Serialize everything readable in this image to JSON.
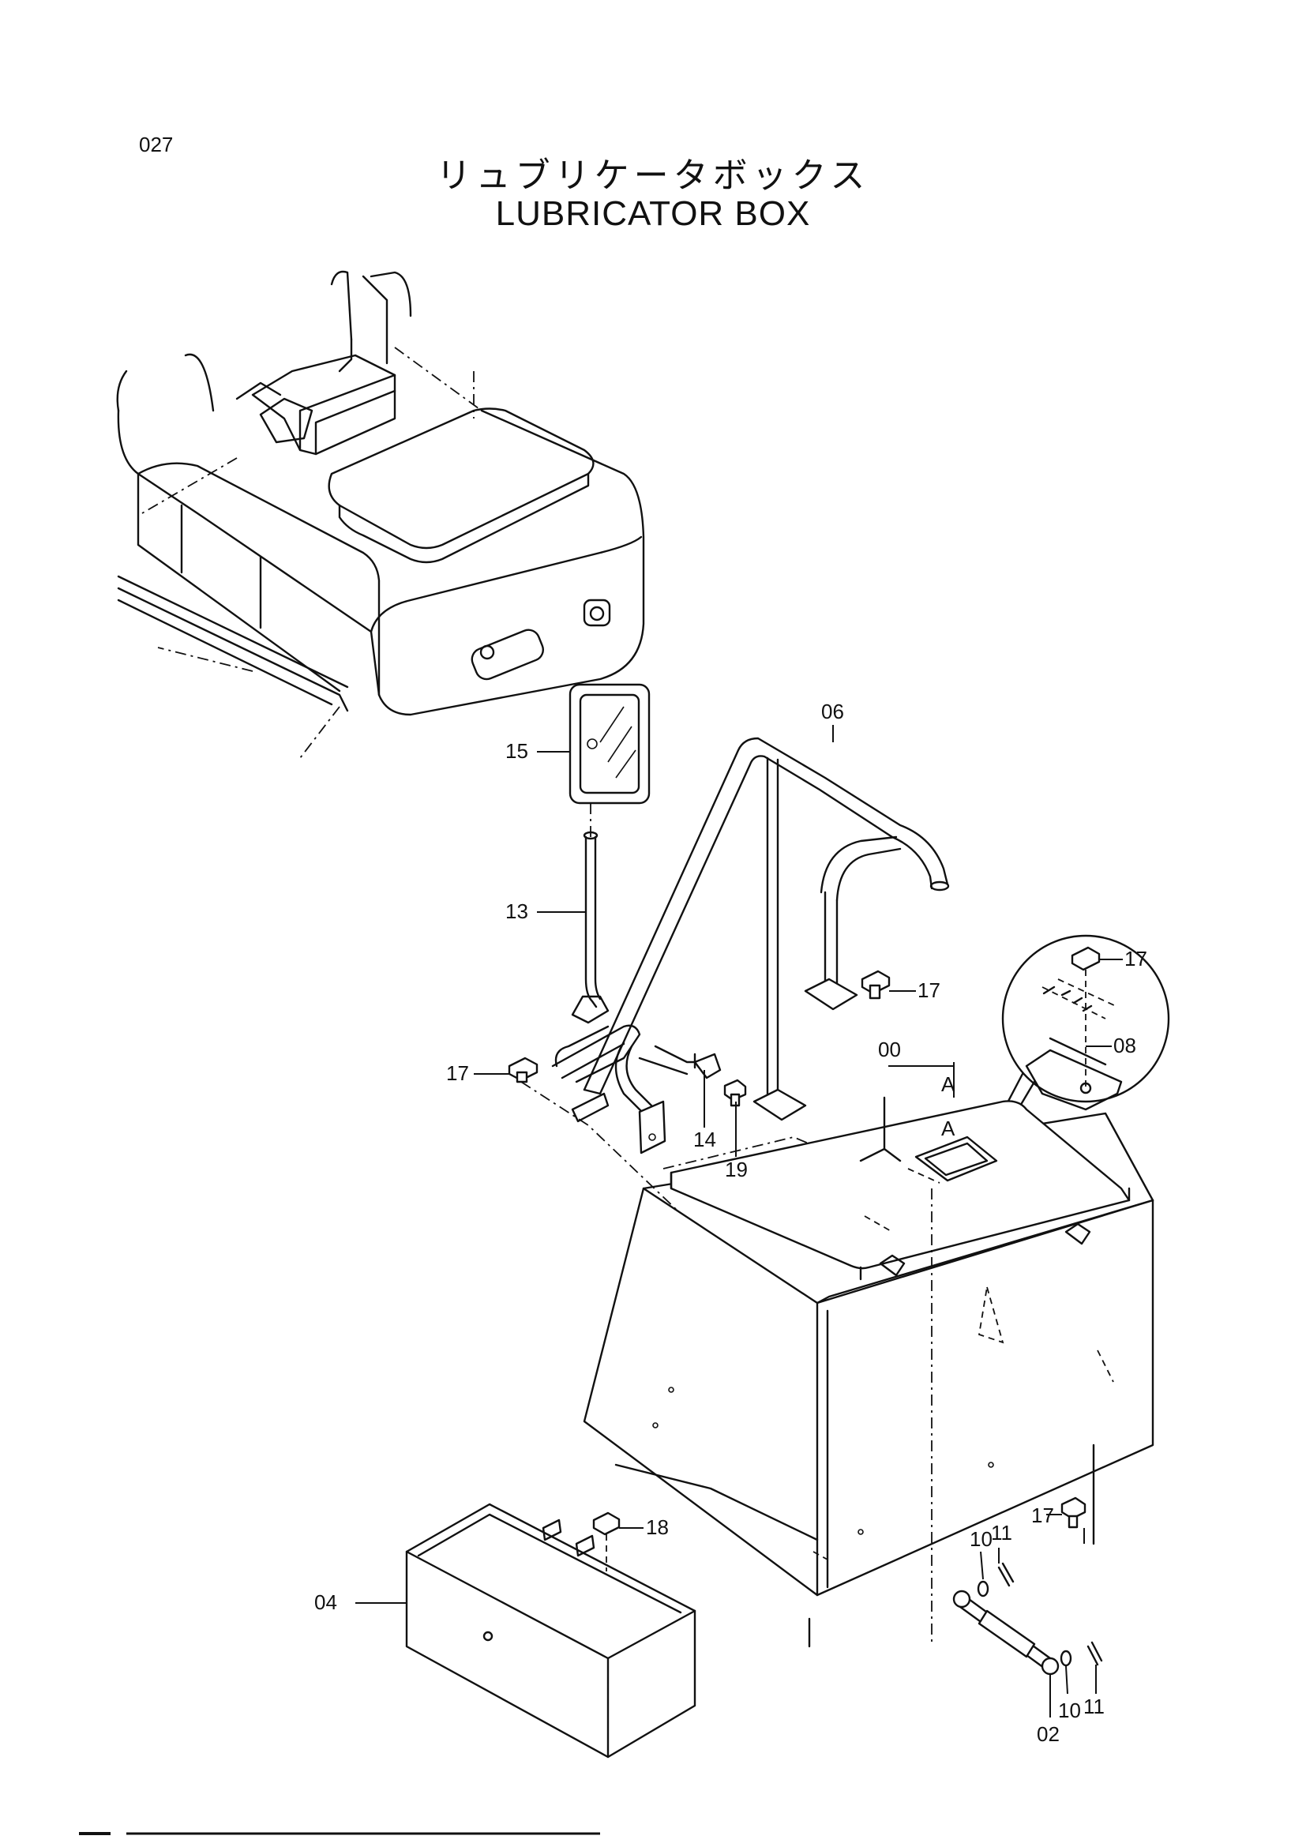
{
  "page_number": "027",
  "title_japanese": "リュブリケータボックス",
  "title_english": "LUBRICATOR BOX",
  "callouts": [
    {
      "id": "c06",
      "text": "06"
    },
    {
      "id": "c15",
      "text": "15"
    },
    {
      "id": "c13",
      "text": "13"
    },
    {
      "id": "c17a",
      "text": "17"
    },
    {
      "id": "c17b",
      "text": "17"
    },
    {
      "id": "c17c",
      "text": "17"
    },
    {
      "id": "c17d",
      "text": "17"
    },
    {
      "id": "c08",
      "text": "08"
    },
    {
      "id": "c00",
      "text": "00"
    },
    {
      "id": "cA1",
      "text": "A"
    },
    {
      "id": "cA2",
      "text": "A"
    },
    {
      "id": "c14",
      "text": "14"
    },
    {
      "id": "c19",
      "text": "19"
    },
    {
      "id": "c18",
      "text": "18"
    },
    {
      "id": "c04",
      "text": "04"
    },
    {
      "id": "c10a",
      "text": "10"
    },
    {
      "id": "c11a",
      "text": "11"
    },
    {
      "id": "c10b",
      "text": "10"
    },
    {
      "id": "c11b",
      "text": "11"
    },
    {
      "id": "c02",
      "text": "02"
    }
  ]
}
